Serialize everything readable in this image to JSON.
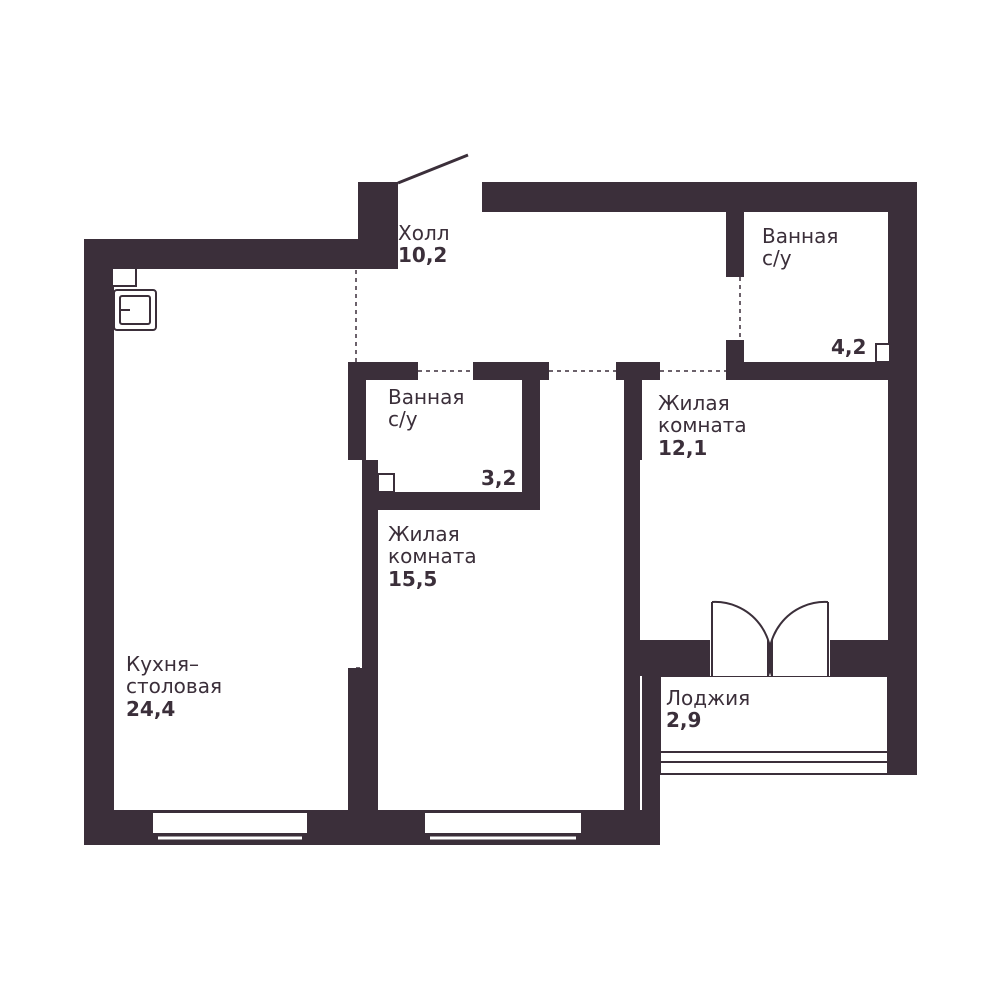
{
  "colors": {
    "wall": "#3b2f3a",
    "background": "#ffffff",
    "text": "#3b2f3a"
  },
  "rooms": {
    "hall": {
      "name": "Холл",
      "area": "10,2"
    },
    "bath_top": {
      "name": "Ванная\nс/у",
      "area": "4,2"
    },
    "bath_mid": {
      "name": "Ванная\nс/у",
      "area": "3,2"
    },
    "living_right": {
      "name": "Жилая\nкомната",
      "area": "12,1"
    },
    "living_center": {
      "name": "Жилая\nкомната",
      "area": "15,5"
    },
    "kitchen": {
      "name": "Кухня–\nстоловая",
      "area": "24,4"
    },
    "loggia": {
      "name": "Лоджия",
      "area": "2,9"
    }
  }
}
